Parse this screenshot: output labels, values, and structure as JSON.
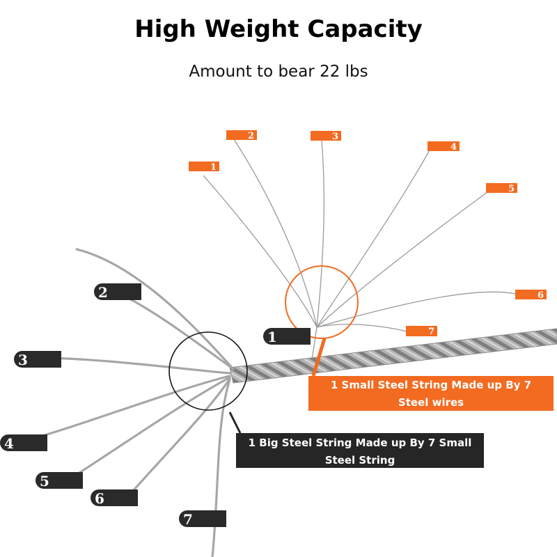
{
  "header": {
    "title": "High Weight Capacity",
    "subtitle": "Amount to bear 22 lbs"
  },
  "wire_labels": [
    "1",
    "2",
    "3",
    "4",
    "5",
    "6",
    "7"
  ],
  "strand_labels": [
    "1",
    "2",
    "3",
    "4",
    "5",
    "6",
    "7"
  ],
  "callouts": {
    "small_string": {
      "line1": "1 Small Steel String Made up By 7",
      "line2": "Steel wires"
    },
    "big_string": {
      "line1": "1 Big Steel String Made up By 7 Small",
      "line2": "Steel String"
    }
  },
  "colors": {
    "orange": "#f26b21",
    "dark": "#262626",
    "wire": "#9a9a9a"
  }
}
